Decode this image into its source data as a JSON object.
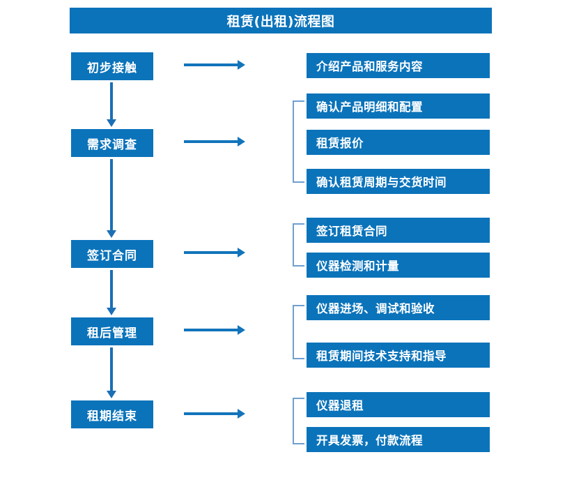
{
  "title": "租赁(出租)流程图",
  "colors": {
    "box_fill": "#0b73ba",
    "box_text": "#ffffff",
    "arrow": "#1274bb",
    "bracket": "#6f9fd0",
    "background": "#ffffff"
  },
  "stages": [
    {
      "label": "初步接触"
    },
    {
      "label": "需求调查"
    },
    {
      "label": "签订合同"
    },
    {
      "label": "租后管理"
    },
    {
      "label": "租期结束"
    }
  ],
  "details": {
    "group1": [
      {
        "label": "介绍产品和服务内容"
      }
    ],
    "group2": [
      {
        "label": "确认产品明细和配置"
      },
      {
        "label": "租赁报价"
      },
      {
        "label": "确认租赁周期与交货时间"
      }
    ],
    "group3": [
      {
        "label": "签订租赁合同"
      },
      {
        "label": "仪器检测和计量"
      }
    ],
    "group4": [
      {
        "label": "仪器进场、调试和验收"
      },
      {
        "label": "租赁期间技术支持和指导"
      }
    ],
    "group5": [
      {
        "label": "仪器退租"
      },
      {
        "label": "开具发票，付款流程"
      }
    ]
  },
  "connectors": {
    "horizontal_arrow_count": 5,
    "vertical_arrow_count": 4,
    "bracket_count": 4
  }
}
